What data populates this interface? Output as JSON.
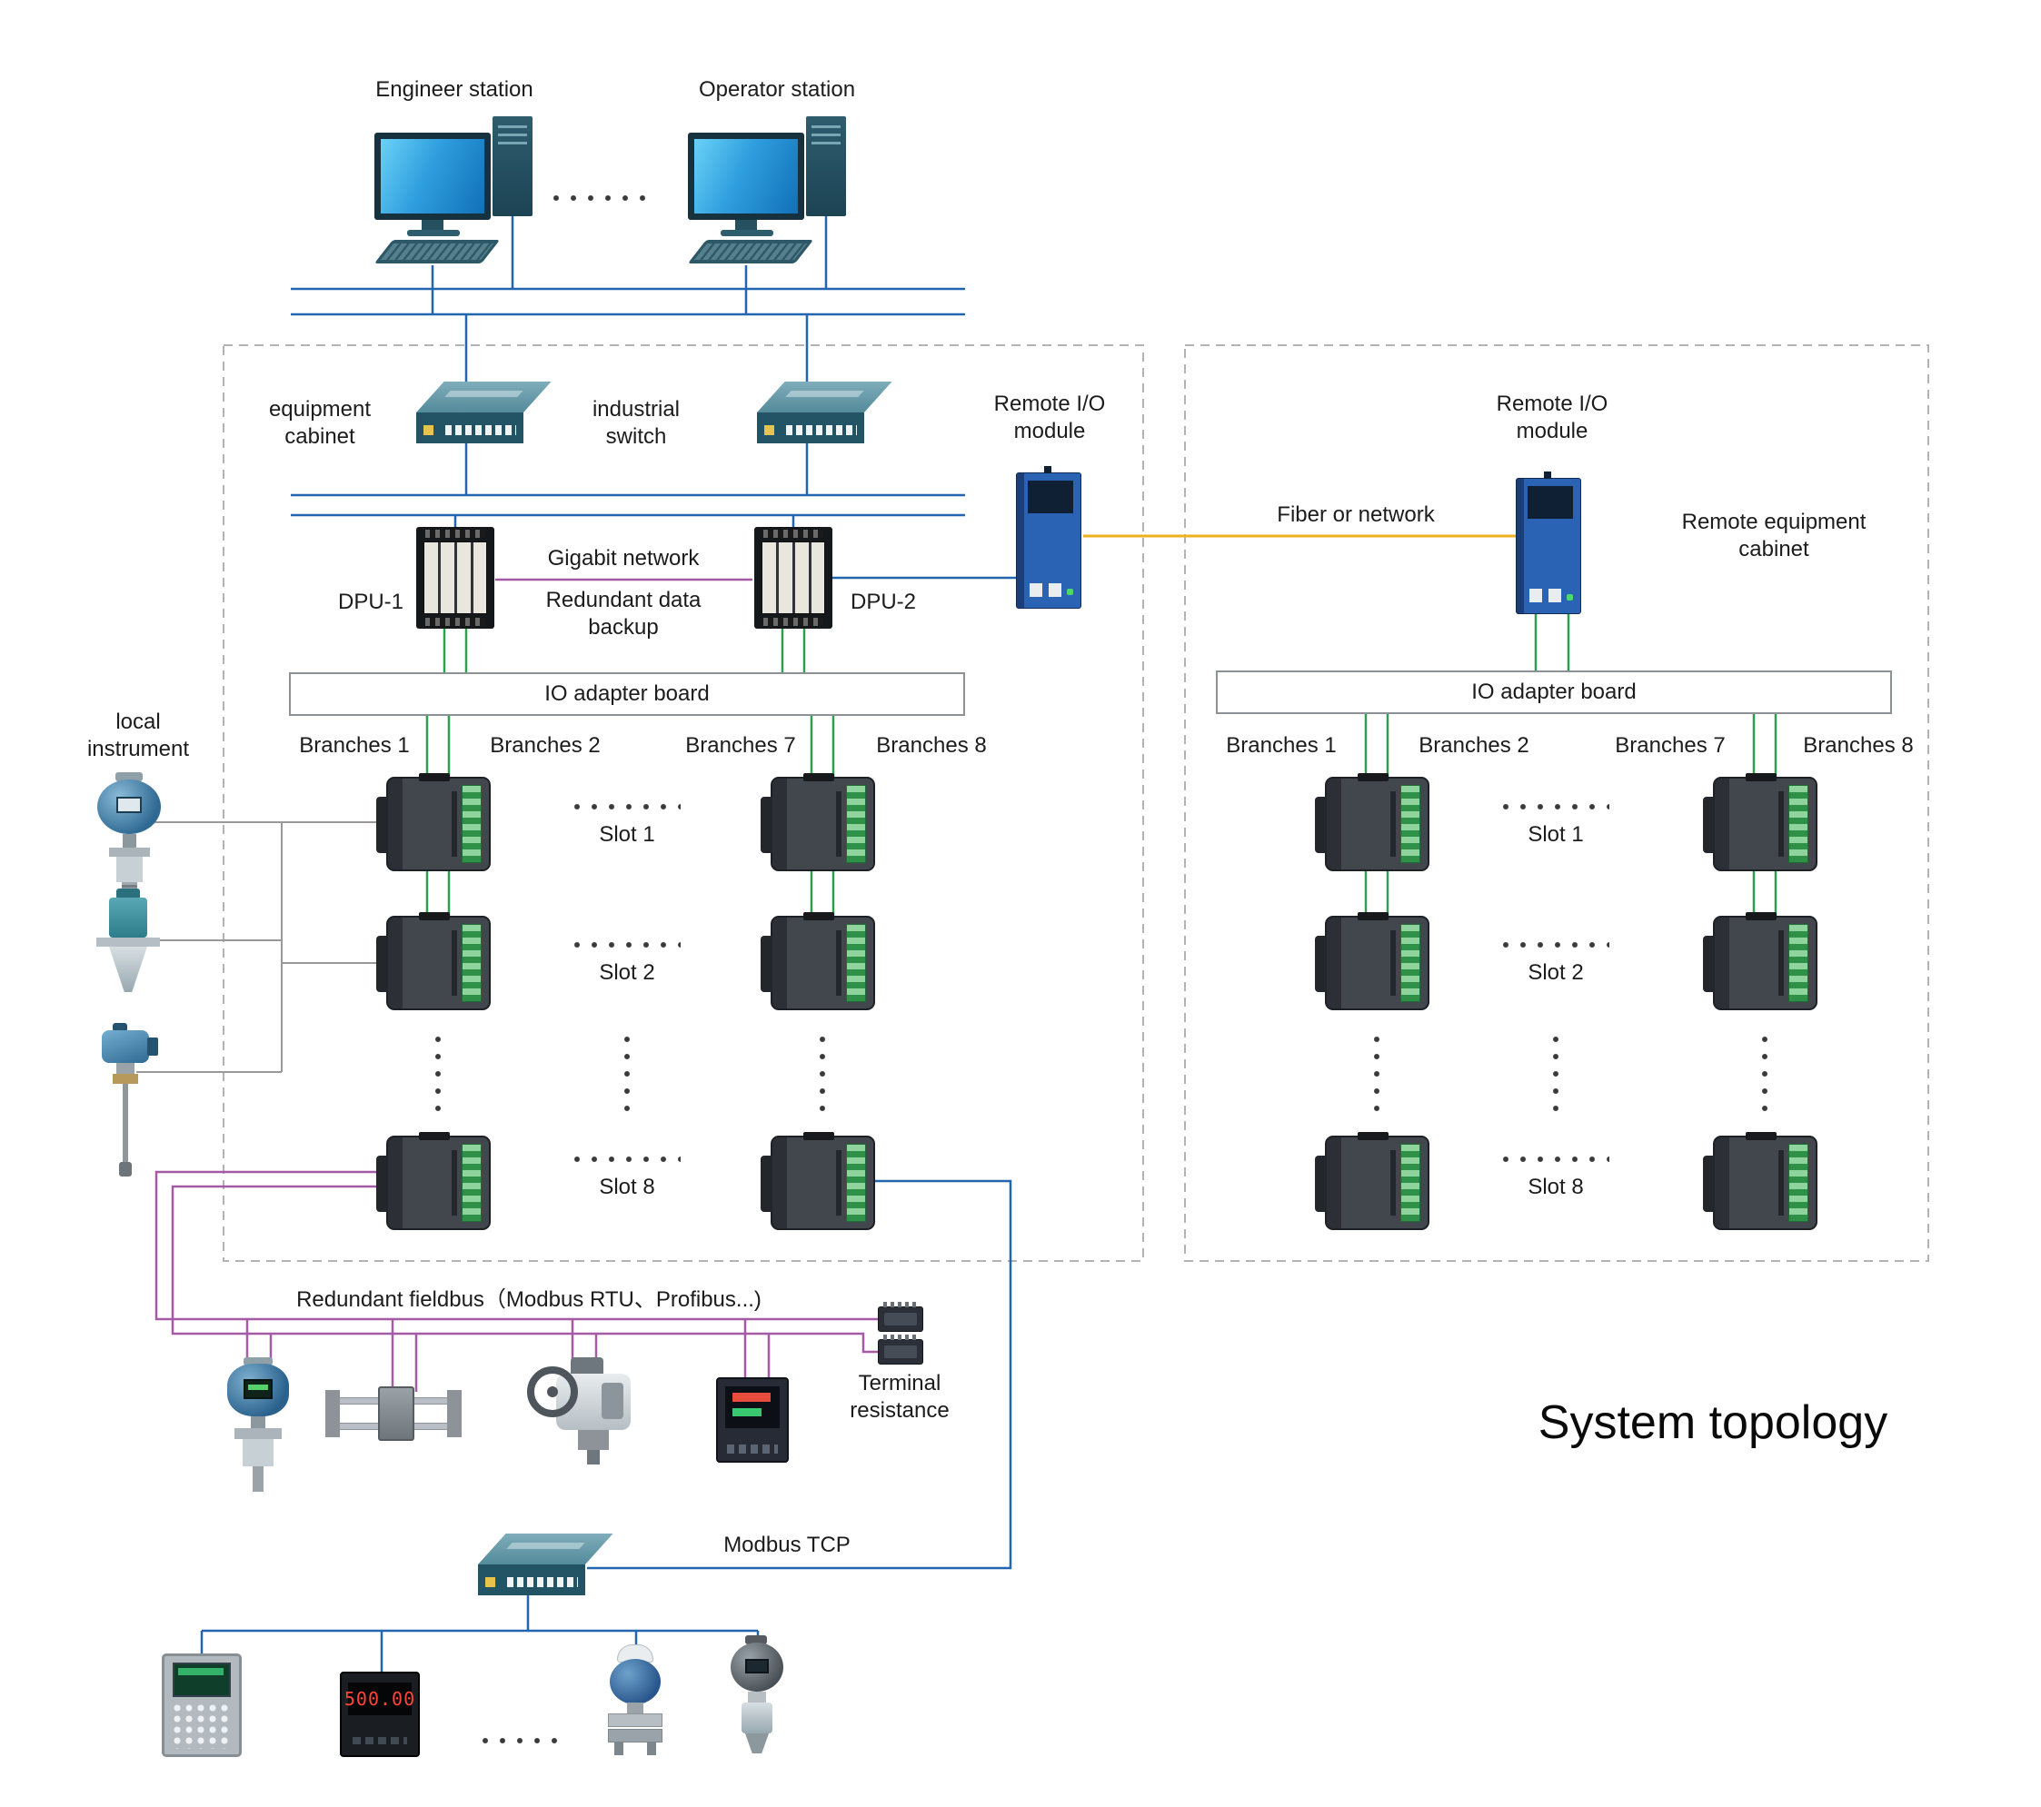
{
  "title": "System topology",
  "colors": {
    "line_blue": "#2465b0",
    "line_green": "#2e9e4f",
    "line_purple": "#a55aa5",
    "line_yellow": "#edb120",
    "line_gray": "#999999"
  },
  "stations": {
    "engineer": "Engineer station",
    "operator": "Operator station"
  },
  "network": {
    "equipment_cabinet": "equipment cabinet",
    "industrial_switch": "industrial switch",
    "gigabit_network": "Gigabit network",
    "redundant_backup": "Redundant data backup",
    "dpu1": "DPU-1",
    "dpu2": "DPU-2",
    "remote_io_left": "Remote I/O module",
    "remote_io_right": "Remote I/O module",
    "fiber_or_network": "Fiber or network",
    "remote_cabinet": "Remote equipment cabinet"
  },
  "io_left": {
    "adapter": "IO adapter board",
    "branches": [
      "Branches 1",
      "Branches 2",
      "Branches 7",
      "Branches 8"
    ],
    "slots": [
      "Slot 1",
      "Slot 2",
      "Slot 8"
    ]
  },
  "io_right": {
    "adapter": "IO adapter board",
    "branches": [
      "Branches 1",
      "Branches 2",
      "Branches 7",
      "Branches 8"
    ],
    "slots": [
      "Slot 1",
      "Slot 2",
      "Slot 8"
    ]
  },
  "field": {
    "local_instrument": "local instrument",
    "redundant_fieldbus": "Redundant fieldbus（Modbus RTU、Profibus...)",
    "terminal_resistance": "Terminal resistance",
    "modbus_tcp": "Modbus TCP",
    "meter_reading": "500.00"
  }
}
